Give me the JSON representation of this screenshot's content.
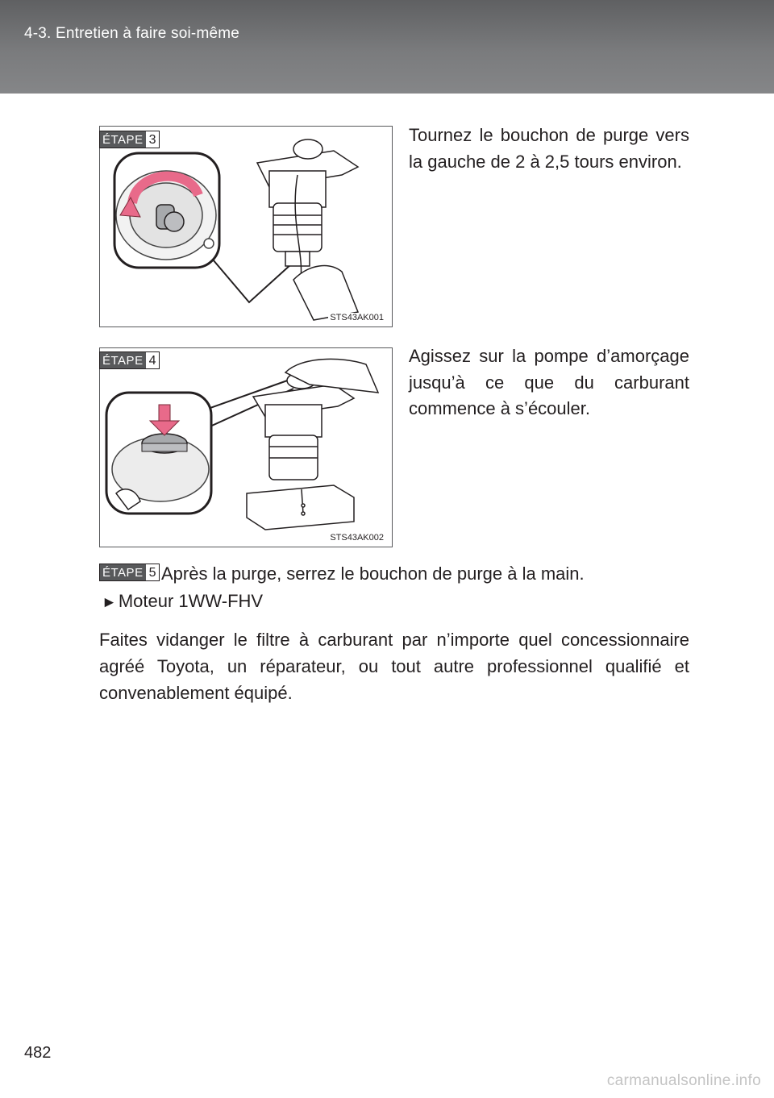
{
  "header": {
    "section_title": "4-3. Entretien à faire soi-même"
  },
  "steps": [
    {
      "badge_label": "ÉTAPE",
      "badge_number": "3",
      "figure_code": "STS43AK001",
      "text": "Tournez le bouchon de purge vers la gauche de 2 à 2,5 tours environ."
    },
    {
      "badge_label": "ÉTAPE",
      "badge_number": "4",
      "figure_code": "STS43AK002",
      "text": "Agissez sur la pompe d’amorçage jusqu’à ce que du carburant commence à s’écouler."
    },
    {
      "badge_label": "ÉTAPE",
      "badge_number": "5",
      "text": "Après la purge, serrez le bouchon de purge à la main."
    }
  ],
  "engine_heading": "Moteur 1WW-FHV",
  "body_text": "Faites vidanger le filtre à carburant par n’importe quel concessionnaire agréé Toyota, un réparateur, ou tout autre professionnel qualifié et convenablement équipé.",
  "page_number": "482",
  "watermark": "carmanualsonline.info",
  "colors": {
    "header_bg": "#6f7072",
    "badge_bg": "#58595b",
    "arrow": "#e86a8a"
  },
  "icons": [
    "triangle-right-icon"
  ]
}
